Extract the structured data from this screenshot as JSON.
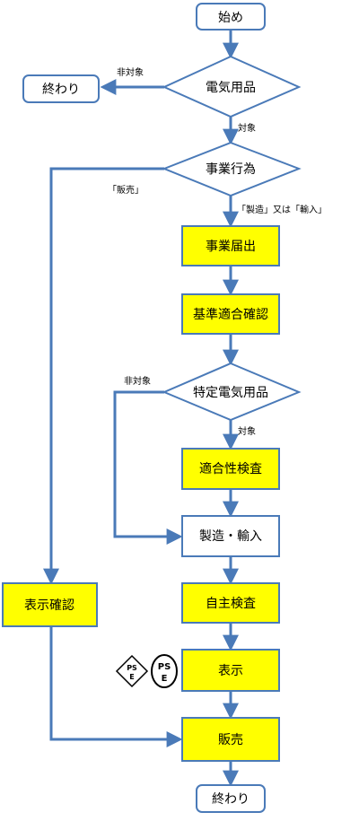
{
  "colors": {
    "line": "#4a7ab8",
    "box_fill": "#ffff00",
    "box_border": "#4a7ab8",
    "text": "#000000"
  },
  "nodes": {
    "start": "始め",
    "end_top": "終わり",
    "electrical": "電気用品",
    "business": "事業行為",
    "notification": "事業届出",
    "conformity_check": "基準適合確認",
    "specified": "特定電気用品",
    "conformity_inspection": "適合性検査",
    "manufacture": "製造・輸入",
    "display_check": "表示確認",
    "self_inspection": "自主検査",
    "display": "表示",
    "sale": "販売",
    "end_bottom": "終わり"
  },
  "edge_labels": {
    "not_target_1": "非対象",
    "target_1": "対象",
    "sale_branch": "「販売」",
    "mfg_branch": "「製造」又は「輸入」",
    "not_target_2": "非対象",
    "target_2": "対象"
  },
  "marks": {
    "pse_diamond": [
      "PS",
      "E"
    ],
    "pse_circle": [
      "PS",
      "E"
    ]
  }
}
